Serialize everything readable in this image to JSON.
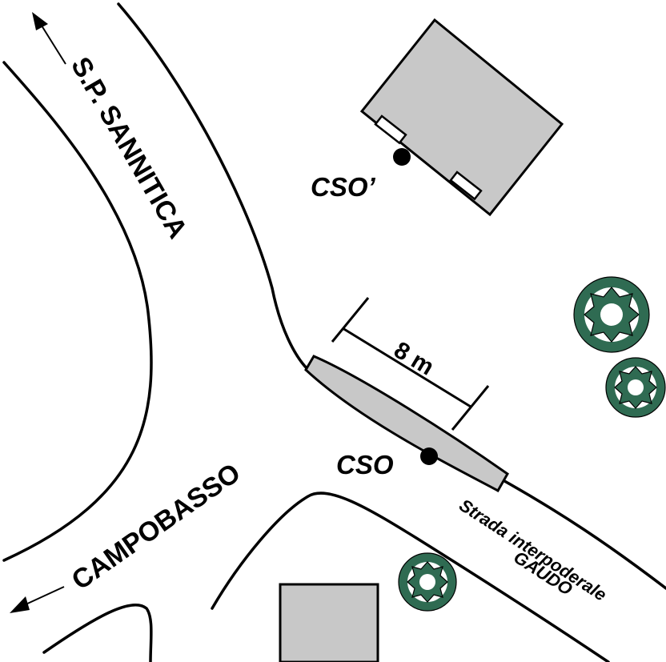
{
  "map": {
    "road_label_sp": "S.P. SANNITICA",
    "road_label_campobasso": "CAMPOBASSO",
    "road_label_strada_line1": "Strada interpoderale",
    "road_label_strada_line2": "GAUDO",
    "point_cso": "CSO",
    "point_cso_prime": "CSO’",
    "dimension_label": "8 m"
  },
  "colors": {
    "building_fill": "#c8c8c8",
    "tree_green": "#2f6b52",
    "line": "#000000"
  },
  "icons": [
    "arrow-icon",
    "tree-icon",
    "point-marker-icon"
  ]
}
